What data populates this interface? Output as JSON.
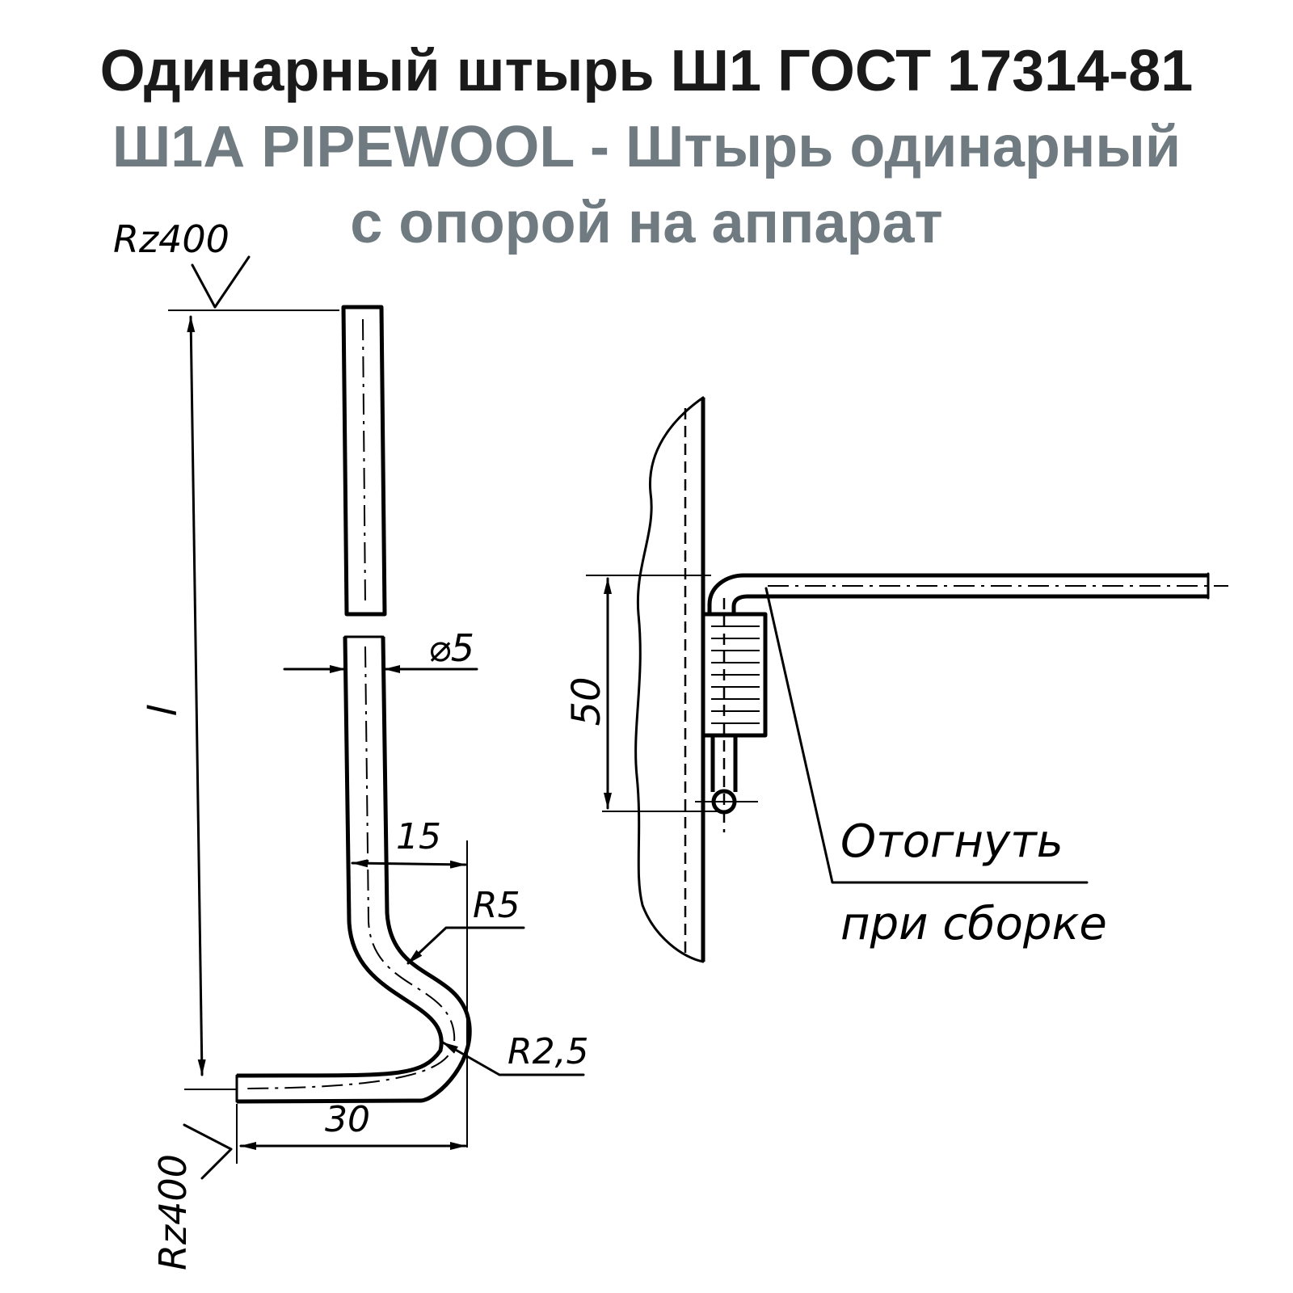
{
  "colors": {
    "title_dark": "#1a1a1a",
    "subtitle_gray": "#6f7b80",
    "ink": "#000000"
  },
  "title": {
    "line1": "Одинарный штырь Ш1 ГОСТ 17314-81",
    "line2": "Ш1А PIPEWOOL - Штырь одинарный",
    "line3": "с опорой на аппарат"
  },
  "drawing": {
    "roughness_top": "Rz400",
    "roughness_bottom": "Rz400",
    "length_label": "l",
    "diameter_label": "⌀5",
    "dim_15": "15",
    "dim_30": "30",
    "radius_5": "R5",
    "radius_2_5": "R2,5",
    "dim_50": "50",
    "note_line1": "Отогнуть",
    "note_line2": "при сборке"
  }
}
